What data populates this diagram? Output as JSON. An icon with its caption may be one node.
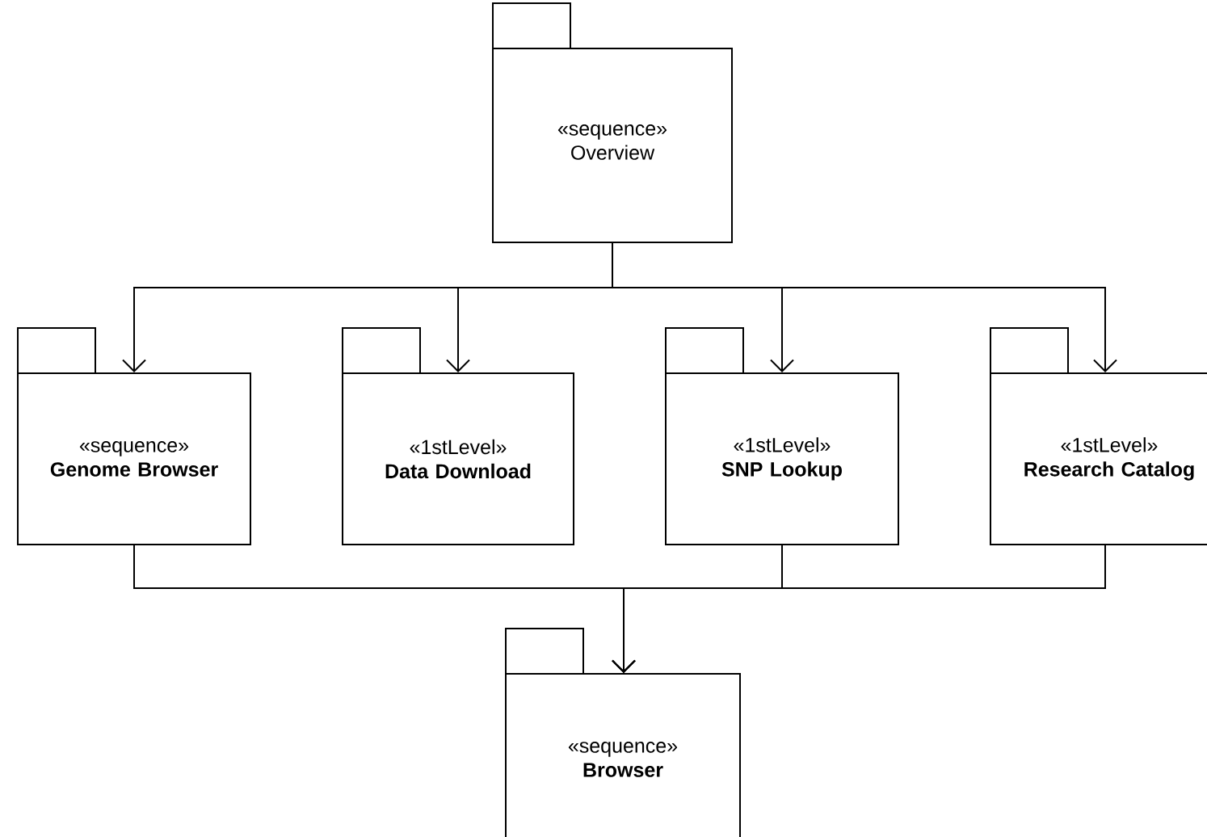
{
  "diagram": {
    "nodes": [
      {
        "text": [
          "«sequence»",
          "Overview"
        ]
      },
      {
        "text": [
          "«sequence»",
          "Genome Browser"
        ]
      },
      {
        "text": [
          "«1stLevel»",
          "Data Download"
        ]
      },
      {
        "text": [
          "«1stLevel»",
          "SNP Lookup"
        ]
      },
      {
        "text": [
          "«1stLevel»",
          "Research Catalog"
        ]
      },
      {
        "text": [
          "«sequence»",
          "Browser"
        ]
      }
    ],
    "edges": [
      {
        "from": 0,
        "to": 1,
        "arrow": "to"
      },
      {
        "from": 0,
        "to": 2,
        "arrow": "to"
      },
      {
        "from": 0,
        "to": 3,
        "arrow": "to"
      },
      {
        "from": 0,
        "to": 4,
        "arrow": "to"
      },
      {
        "from": 1,
        "to": 5,
        "arrow": "to"
      },
      {
        "from": 3,
        "to": 5,
        "arrow": "to"
      },
      {
        "from": 4,
        "to": 5,
        "arrow": "to"
      }
    ]
  }
}
